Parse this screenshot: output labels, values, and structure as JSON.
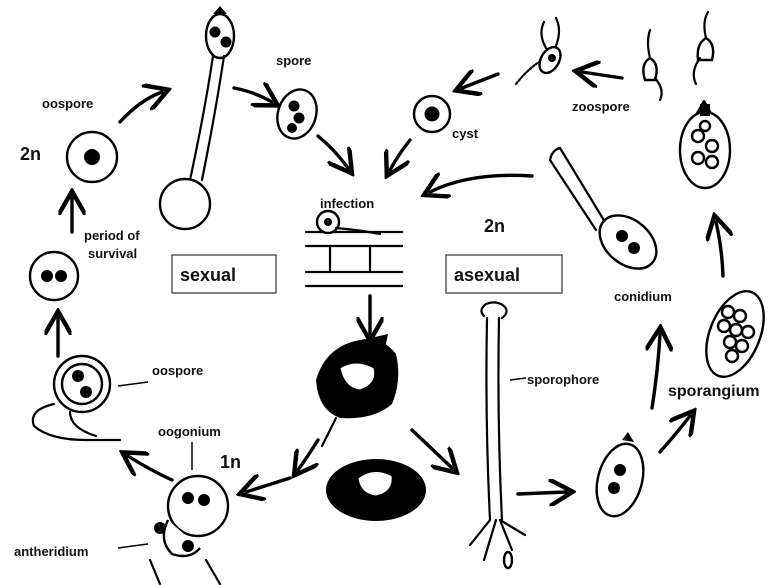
{
  "labels": {
    "spore": "spore",
    "oospore_top": "oospore",
    "ploidy_2n_left": "2n",
    "period_of": "period of",
    "survival": "survival",
    "cyst": "cyst",
    "zoospore": "zoospore",
    "infection": "infection",
    "ploidy_2n_right": "2n",
    "sexual": "sexual",
    "asexual": "asexual",
    "conidium": "conidium",
    "sporophore": "sporophore",
    "sporangium": "sporangium",
    "oospore_mid": "oospore",
    "oogonium": "oogonium",
    "ploidy_1n": "1n",
    "antheridium": "antheridium"
  }
}
